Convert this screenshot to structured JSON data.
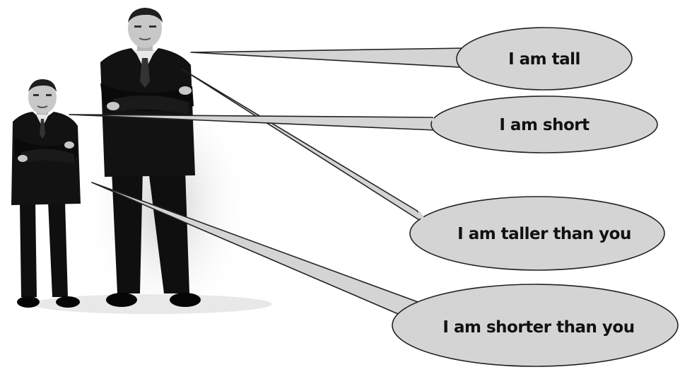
{
  "image": {
    "subject": "tall-and-short-men-comparison",
    "background_color": "#ffffff",
    "bubble_fill": "#d4d4d4",
    "bubble_stroke": "#222222",
    "suit_color": "#0f0f0f",
    "skin_color": "#c8c8c8"
  },
  "bubbles": [
    {
      "text": "I am tall"
    },
    {
      "text": "I am short"
    },
    {
      "text": "I am taller than you"
    },
    {
      "text": "I am shorter than you"
    }
  ]
}
